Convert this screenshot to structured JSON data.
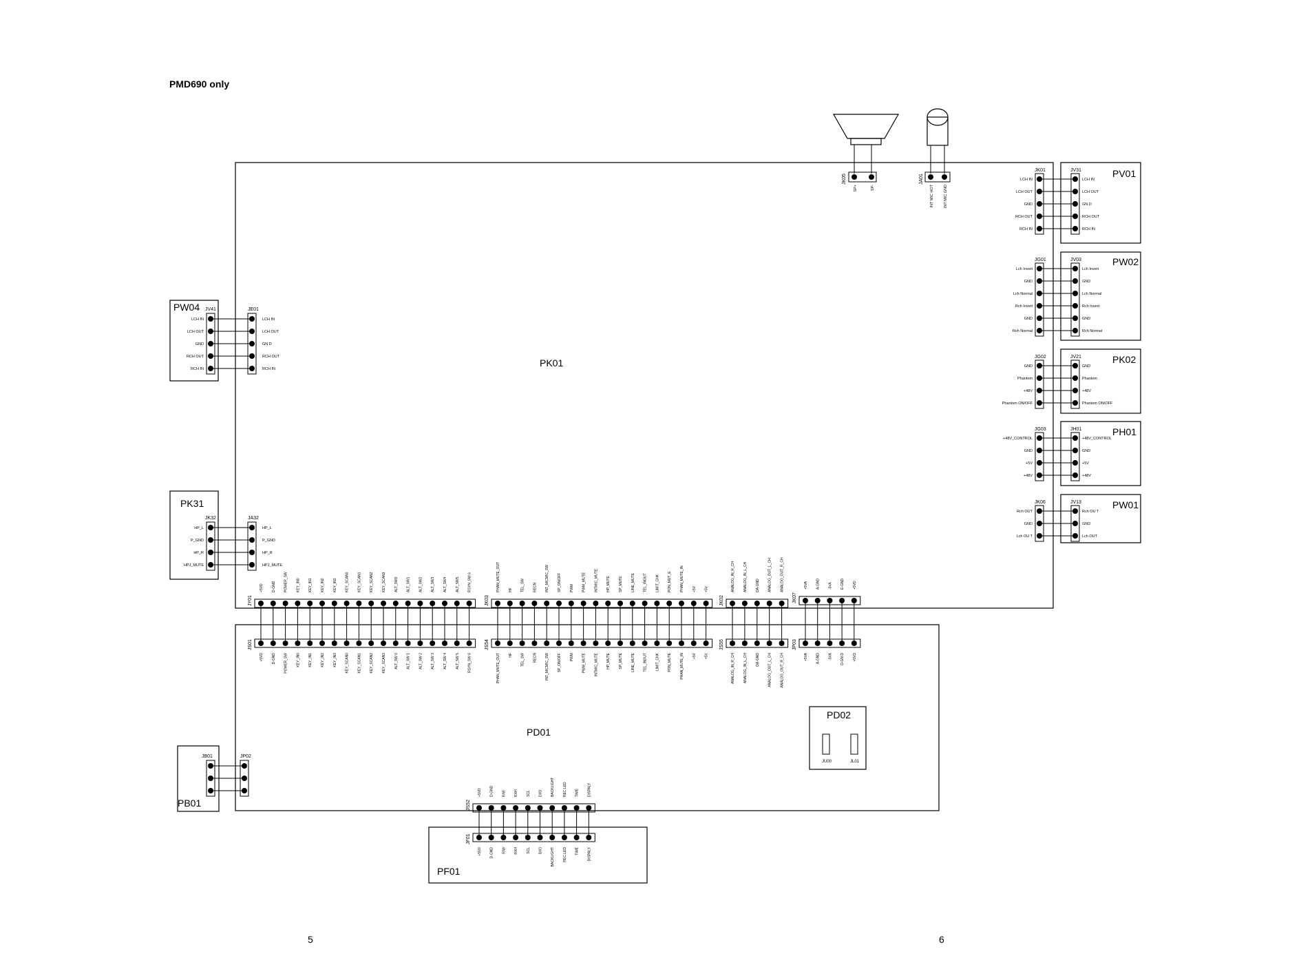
{
  "title": "PMD690 only",
  "page_numbers": [
    "5",
    "6"
  ],
  "boards": {
    "PK01": "PK01",
    "PD01": "PD01",
    "PD02": "PD02",
    "PF01": "PF01",
    "PB01": "PB01",
    "PW04": "PW04",
    "PK31": "PK31",
    "PV01": "PV01",
    "PW02": "PW02",
    "PK02": "PK02",
    "PH01": "PH01",
    "PW01": "PW01"
  },
  "top_parts": {
    "speaker": {
      "ref": "JK05",
      "pins": [
        "SP+",
        "SP-"
      ]
    },
    "mic": {
      "ref": "JA01",
      "pins": [
        "INT MIC HOT",
        "INT MIC GND"
      ]
    }
  },
  "pd02_parts": [
    "JU00",
    "JL01"
  ],
  "right_connectors": [
    {
      "board_conn": "JK01",
      "ext_conn": "JV31",
      "left_labels": [
        "LCH IN",
        "LCH OUT",
        "GND",
        "RCH OUT",
        "RCH IN"
      ],
      "right_labels": [
        "LCH IN",
        "LCH OUT",
        "GN D",
        "RCH OUT",
        "RCH IN"
      ]
    },
    {
      "board_conn": "JG01",
      "ext_conn": "JV03",
      "left_labels": [
        "Lch Invert",
        "GND",
        "Lch Normal",
        "Rch Invert",
        "GND",
        "Rch Normal"
      ],
      "right_labels": [
        "Lch Invert",
        "GND",
        "Lch Normal",
        "Rch Invert",
        "GND",
        "Rch Normal"
      ]
    },
    {
      "board_conn": "JG02",
      "ext_conn": "JV21",
      "left_labels": [
        "GND",
        "Phantom",
        "+48V",
        "Phantom ON/OFF"
      ],
      "right_labels": [
        "GND",
        "Phantom",
        "+48V",
        "Phantom ON/OFF"
      ]
    },
    {
      "board_conn": "JG03",
      "ext_conn": "JH01",
      "left_labels": [
        "+48V_CONTROL",
        "GND",
        "+5V",
        "+48V"
      ],
      "right_labels": [
        "+48V_CONTROL",
        "GND",
        "+5V",
        "+48V"
      ]
    },
    {
      "board_conn": "JK06",
      "ext_conn": "JV13",
      "left_labels": [
        "Rch OUT",
        "GND",
        "Lch OU T"
      ],
      "right_labels": [
        "Rch OU T",
        "GND",
        "Lch OUT"
      ]
    }
  ],
  "left_connectors": [
    {
      "ext_conn": "JV41",
      "board_conn": "JE01",
      "left_labels": [
        "LCH IN",
        "LCH OUT",
        "GND",
        "RCH OUT",
        "RCH IN"
      ],
      "right_labels": [
        "LCH IN",
        "LCH OUT",
        "GN D",
        "RCH OUT",
        "RCH IN"
      ]
    },
    {
      "ext_conn": "JK32",
      "board_conn": "JA32",
      "left_labels": [
        "HP_L",
        "P_GND",
        "HP_R",
        "HPJ_MUTE"
      ],
      "right_labels": [
        "HP_L",
        "P_GND",
        "HP_R",
        "HPJ_MUTE"
      ]
    }
  ],
  "pb01_connectors": {
    "ext_conn": "JB01",
    "board_conn": "JP02",
    "pins": 3
  },
  "bus_connectors": [
    {
      "top": "JY01",
      "bottom": "JS01",
      "top_labels": [
        "+5VD",
        "D-GND",
        "POWER_SW",
        "KEY_IN0",
        "KEY_IN1",
        "KEY_IN2",
        "KEY_IN3",
        "KEY_SCAN0",
        "KEY_SCAN1",
        "KEY_SCAN2",
        "KEY_SCAN3",
        "ALT_SW0",
        "ALT_SW1",
        "ALT_SW2",
        "ALT_SW3",
        "ALT_SW4",
        "ALT_SW5",
        "RSYN_SW 6"
      ],
      "bottom_labels": [
        "+5VD",
        "D-GND",
        "POWER_SW",
        "KEY_IN0",
        "KEY_IN1",
        "KEY_IN2",
        "KEY_IN3",
        "KEY_SCAN0",
        "KEY_SCAN1",
        "KEY_SCAN2",
        "KEY_SCAN3",
        "ALT_SW 0",
        "ALT_SW 1",
        "ALT_SW 2",
        "ALT_SW 3",
        "ALT_SW 4",
        "ALT_SW 5",
        "RSYN_SW 6"
      ]
    },
    {
      "top": "JK03",
      "bottom": "JS54",
      "top_labels": [
        "PHAN_MUTE_OUT",
        "HF",
        "TEL_SW",
        "RECN",
        "INT_MICMIC_SW",
        "SP_ON/OFF",
        "PWM",
        "PWM_MUTE",
        "INTMIC_MUTE",
        "HP_MUTE",
        "SP_MUTE",
        "LINE_MUTE",
        "TEL_INOUT",
        "LIMIT_CHK",
        "PON_MUT_E",
        "PHAN_MUTE_IN",
        "+5V",
        "+5V"
      ],
      "bottom_labels": [
        "PHAN_MUTE_OUT",
        "HF",
        "TEL_SW",
        "RECN",
        "INT_MICMIC_SW",
        "SP_ON/OFF",
        "PWM",
        "PWM_MUTE",
        "INTMIC_MUTE",
        "HP_MUTE",
        "SP_MUTE",
        "LINE_MUTE",
        "TEL_INOUT",
        "LIMIT_CHK",
        "PON_MUTE",
        "PHAN_MUTE_IN",
        "+5V",
        "+5V"
      ]
    },
    {
      "top": "JK02",
      "bottom": "JS55",
      "top_labels": [
        "ANALOG_IN_R_CH",
        "ANALOG_IN_L_CH",
        "DA-GND",
        "ANALOG_OUT_L_CH",
        "ANALOG_OUT_R_CH"
      ],
      "bottom_labels": [
        "ANALOG_IN_R_CH",
        "ANALOG_IN_L_CH",
        "DA-GND",
        "ANALOG_OUT_L_CH",
        "ANALOG_OUT_R_CH"
      ]
    },
    {
      "top": "JK07",
      "bottom": "JP03",
      "top_labels": [
        "+5VA",
        "A-GND",
        "-5VA",
        "E-GND",
        "+5VD"
      ],
      "bottom_labels": [
        "+5VA",
        "A-GND",
        "-5VA",
        "D-GN D",
        "+5VD"
      ]
    },
    {
      "top": "JS52",
      "bottom": "JF01",
      "top_labels": [
        "+5VD",
        "D-GND",
        "R/W",
        "RXH",
        "SCL",
        "DI/O",
        "BACKLIGHT",
        "REC LED",
        "TIME",
        "DISPALY"
      ],
      "bottom_labels": [
        "+5VD",
        "D-GND",
        "R/W",
        "RXH",
        "SCL",
        "DI/O",
        "BACKLIGHT",
        "REC LED",
        "TIME",
        "DISPALY"
      ]
    }
  ]
}
